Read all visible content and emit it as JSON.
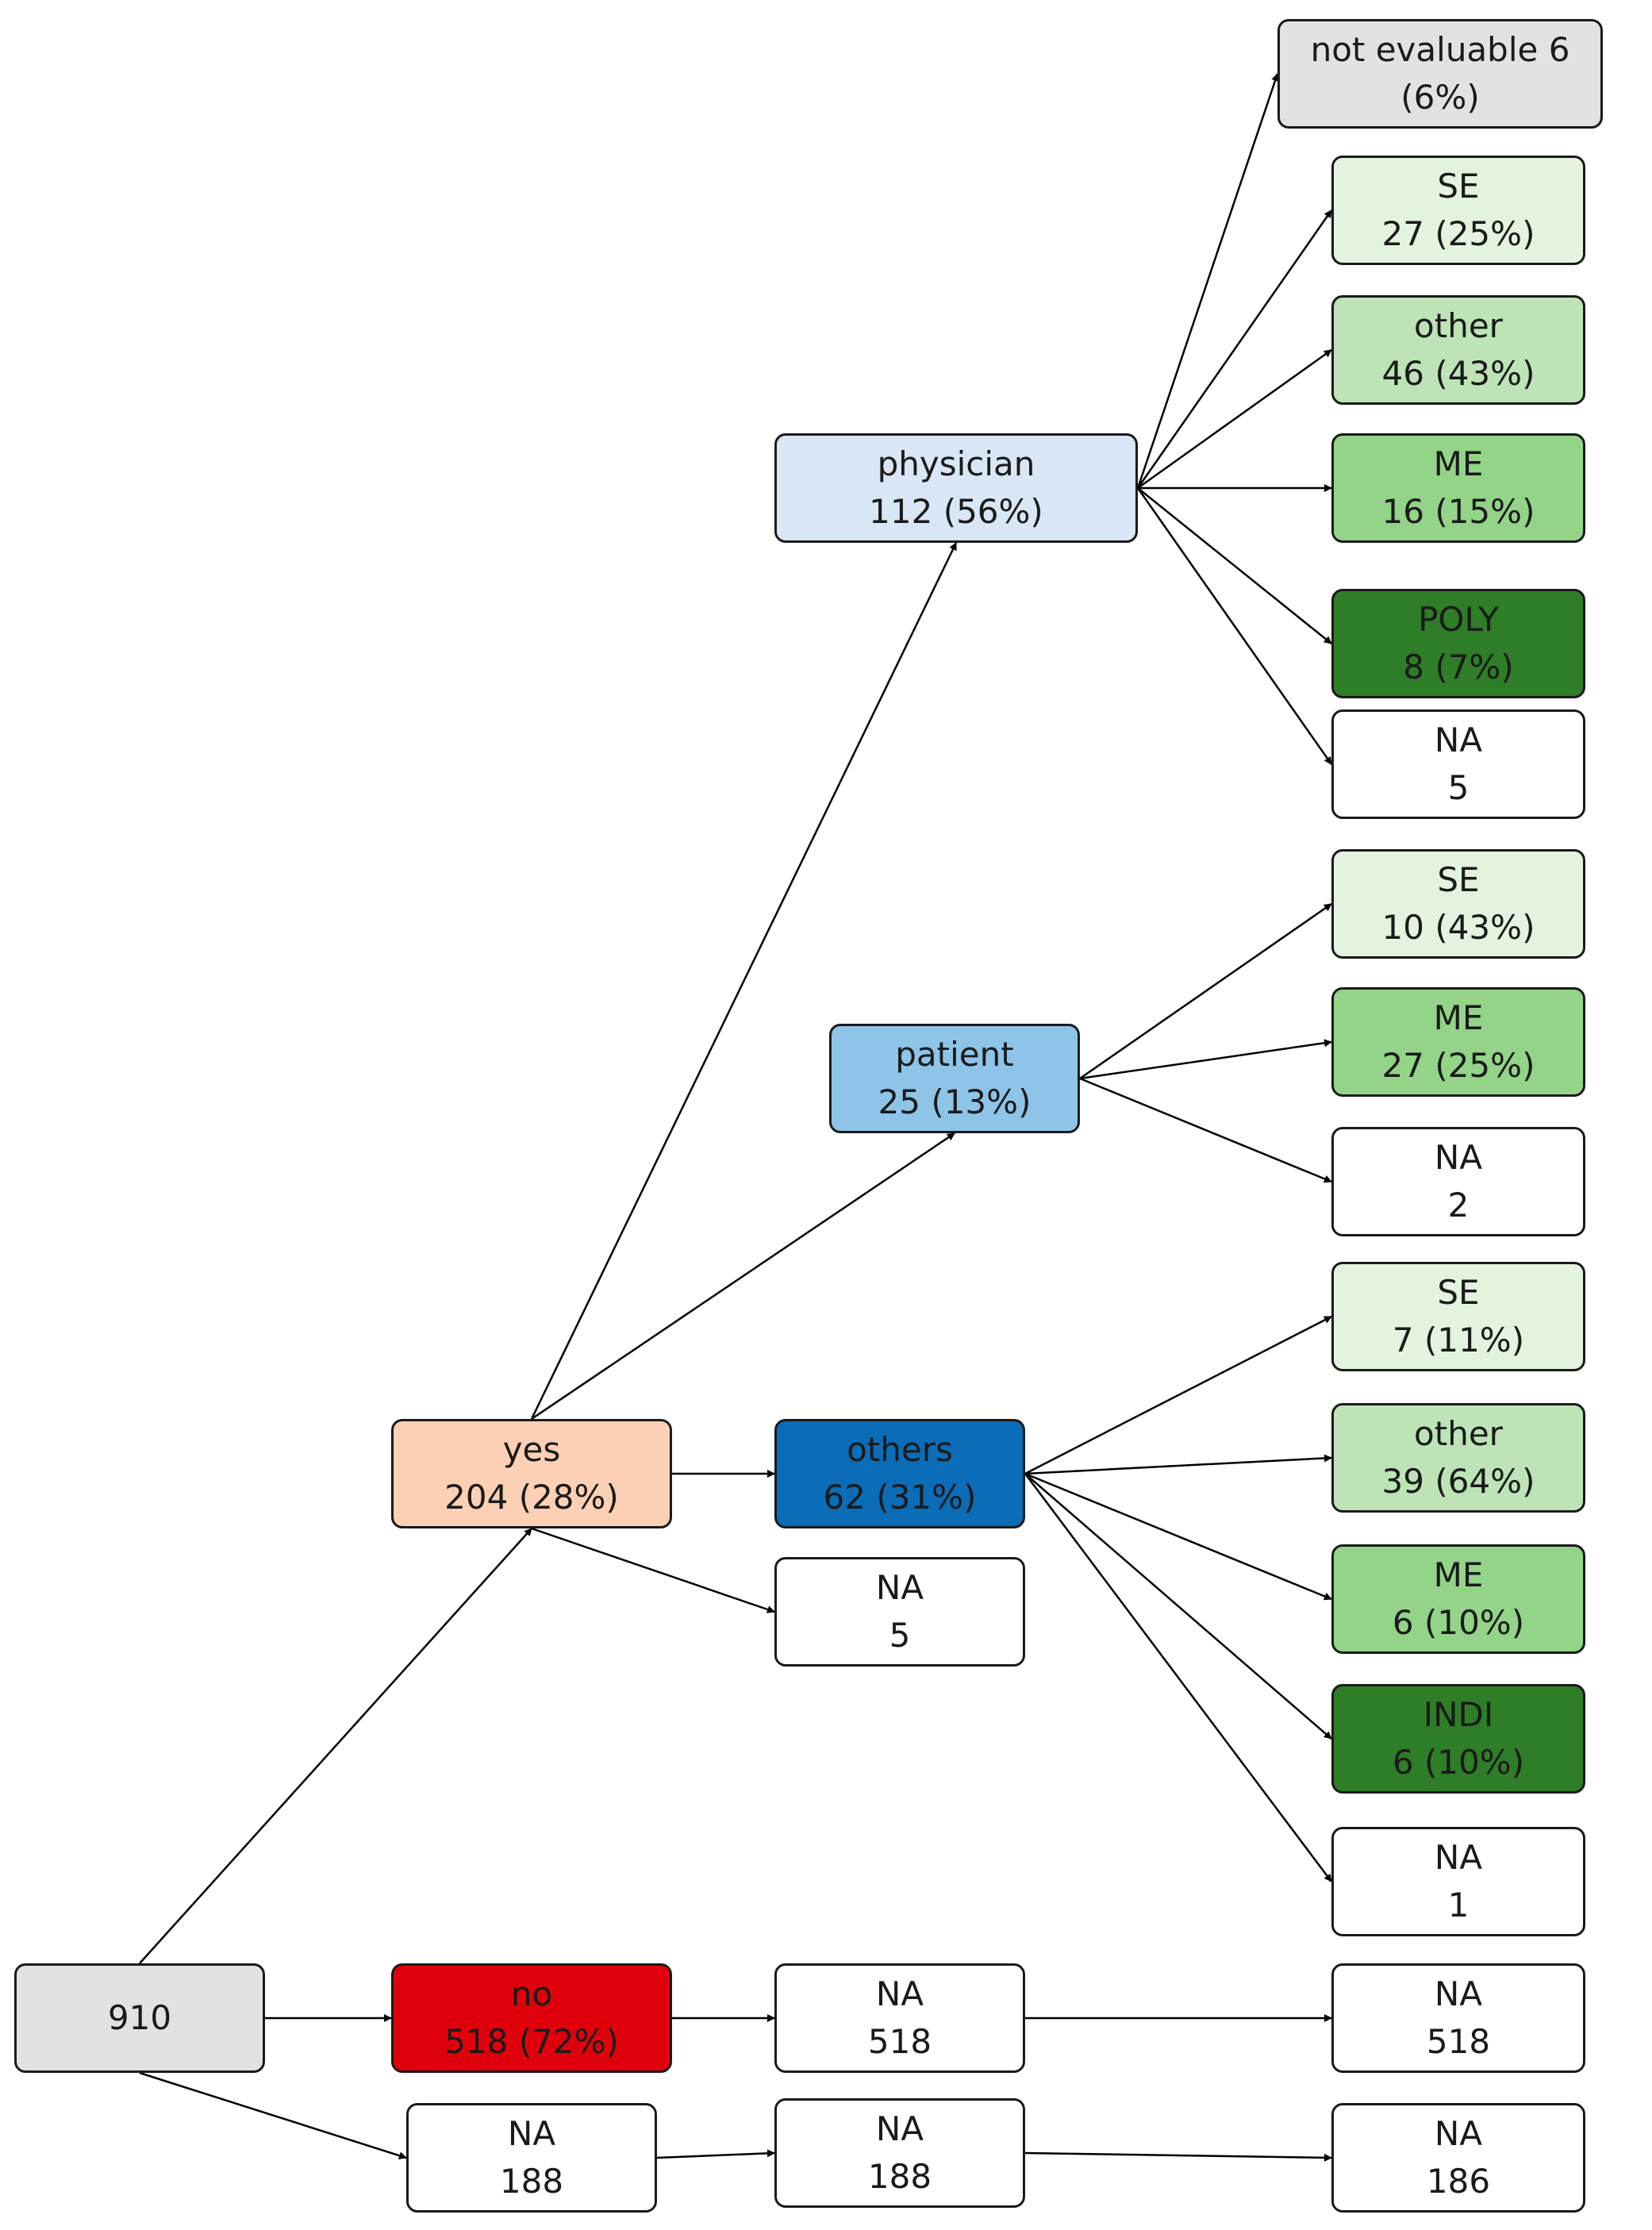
{
  "colors": {
    "grey": "#e2e2e2",
    "peach": "#fcd0b4",
    "red": "#e0000b",
    "light_blue": "#d9e6f5",
    "mid_blue": "#8ec4e8",
    "dark_blue": "#0b6cb7",
    "green_1": "#e3f3df",
    "green_2": "#bde3b6",
    "green_3": "#93d488",
    "green_4": "#2e7d27",
    "white": "#ffffff",
    "line": "#000000"
  },
  "nodes": {
    "root": {
      "line1": "910",
      "line2": "",
      "fill": "grey"
    },
    "yes": {
      "line1": "yes",
      "line2": "204 (28%)",
      "fill": "peach"
    },
    "no": {
      "line1": "no",
      "line2": "518 (72%)",
      "fill": "red"
    },
    "na_root": {
      "line1": "NA",
      "line2": "188",
      "fill": "white"
    },
    "physician": {
      "line1": "physician",
      "line2": "112 (56%)",
      "fill": "light_blue"
    },
    "patient": {
      "line1": "patient",
      "line2": "25 (13%)",
      "fill": "mid_blue"
    },
    "others": {
      "line1": "others",
      "line2": "62 (31%)",
      "fill": "dark_blue"
    },
    "na_yes": {
      "line1": "NA",
      "line2": "5",
      "fill": "white"
    },
    "na_no": {
      "line1": "NA",
      "line2": "518",
      "fill": "white"
    },
    "na_na": {
      "line1": "NA",
      "line2": "188",
      "fill": "white"
    },
    "phys_not_eval": {
      "line1": "not evaluable 6",
      "line2": "(6%)",
      "fill": "grey"
    },
    "phys_se": {
      "line1": "SE",
      "line2": "27 (25%)",
      "fill": "green_1"
    },
    "phys_other": {
      "line1": "other",
      "line2": "46 (43%)",
      "fill": "green_2"
    },
    "phys_me": {
      "line1": "ME",
      "line2": "16 (15%)",
      "fill": "green_3"
    },
    "phys_poly": {
      "line1": "POLY",
      "line2": "8 (7%)",
      "fill": "green_4"
    },
    "phys_na": {
      "line1": "NA",
      "line2": "5",
      "fill": "white"
    },
    "pat_se": {
      "line1": "SE",
      "line2": "10 (43%)",
      "fill": "green_1"
    },
    "pat_me": {
      "line1": "ME",
      "line2": "27 (25%)",
      "fill": "green_3"
    },
    "pat_na": {
      "line1": "NA",
      "line2": "2",
      "fill": "white"
    },
    "oth_se": {
      "line1": "SE",
      "line2": "7 (11%)",
      "fill": "green_1"
    },
    "oth_other": {
      "line1": "other",
      "line2": "39 (64%)",
      "fill": "green_2"
    },
    "oth_me": {
      "line1": "ME",
      "line2": "6 (10%)",
      "fill": "green_3"
    },
    "oth_indi": {
      "line1": "INDI",
      "line2": "6 (10%)",
      "fill": "green_4"
    },
    "oth_na": {
      "line1": "NA",
      "line2": "1",
      "fill": "white"
    },
    "na_no_2": {
      "line1": "NA",
      "line2": "518",
      "fill": "white"
    },
    "na_na_2": {
      "line1": "NA",
      "line2": "186",
      "fill": "white"
    }
  },
  "edges": [
    [
      "root",
      "yes"
    ],
    [
      "root",
      "no"
    ],
    [
      "root",
      "na_root"
    ],
    [
      "yes",
      "physician"
    ],
    [
      "yes",
      "patient"
    ],
    [
      "yes",
      "others"
    ],
    [
      "yes",
      "na_yes"
    ],
    [
      "no",
      "na_no"
    ],
    [
      "na_root",
      "na_na"
    ],
    [
      "physician",
      "phys_not_eval"
    ],
    [
      "physician",
      "phys_se"
    ],
    [
      "physician",
      "phys_other"
    ],
    [
      "physician",
      "phys_me"
    ],
    [
      "physician",
      "phys_poly"
    ],
    [
      "physician",
      "phys_na"
    ],
    [
      "patient",
      "pat_se"
    ],
    [
      "patient",
      "pat_me"
    ],
    [
      "patient",
      "pat_na"
    ],
    [
      "others",
      "oth_se"
    ],
    [
      "others",
      "oth_other"
    ],
    [
      "others",
      "oth_me"
    ],
    [
      "others",
      "oth_indi"
    ],
    [
      "others",
      "oth_na"
    ],
    [
      "na_no",
      "na_no_2"
    ],
    [
      "na_na",
      "na_na_2"
    ]
  ]
}
